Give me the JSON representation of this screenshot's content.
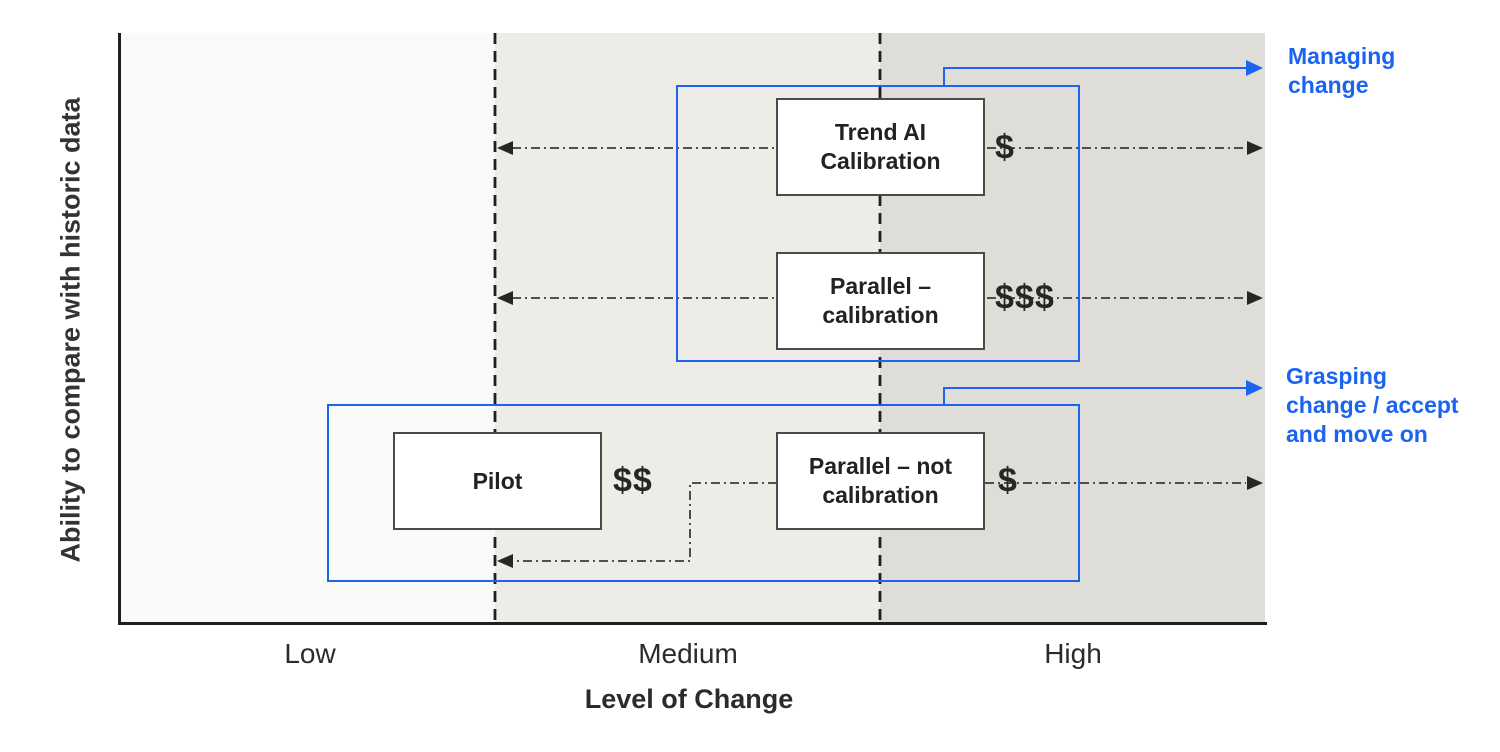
{
  "diagram": {
    "y_axis_label": "Ability to compare with historic data",
    "x_axis_label": "Level of Change",
    "x_ticks": [
      "Low",
      "Medium",
      "High"
    ]
  },
  "boxes": [
    {
      "id": "trend-ai-calibration",
      "label": "Trend AI\nCalibration",
      "cost": "$"
    },
    {
      "id": "parallel-calibration",
      "label": "Parallel –\ncalibration",
      "cost": "$$$"
    },
    {
      "id": "pilot",
      "label": "Pilot",
      "cost": "$$"
    },
    {
      "id": "parallel-not-calibration",
      "label": "Parallel – not\ncalibration",
      "cost": "$"
    }
  ],
  "annotations": [
    {
      "id": "managing-change",
      "label": "Managing\nchange"
    },
    {
      "id": "grasping-change",
      "label": "Grasping\nchange / accept\nand move on"
    }
  ],
  "colors": {
    "accent_blue": "#1B64F2",
    "region_low": "#FAFAF9",
    "region_medium": "#EDECE6",
    "region_high": "#DEDDD7",
    "line_dark": "#2B2B2B"
  }
}
